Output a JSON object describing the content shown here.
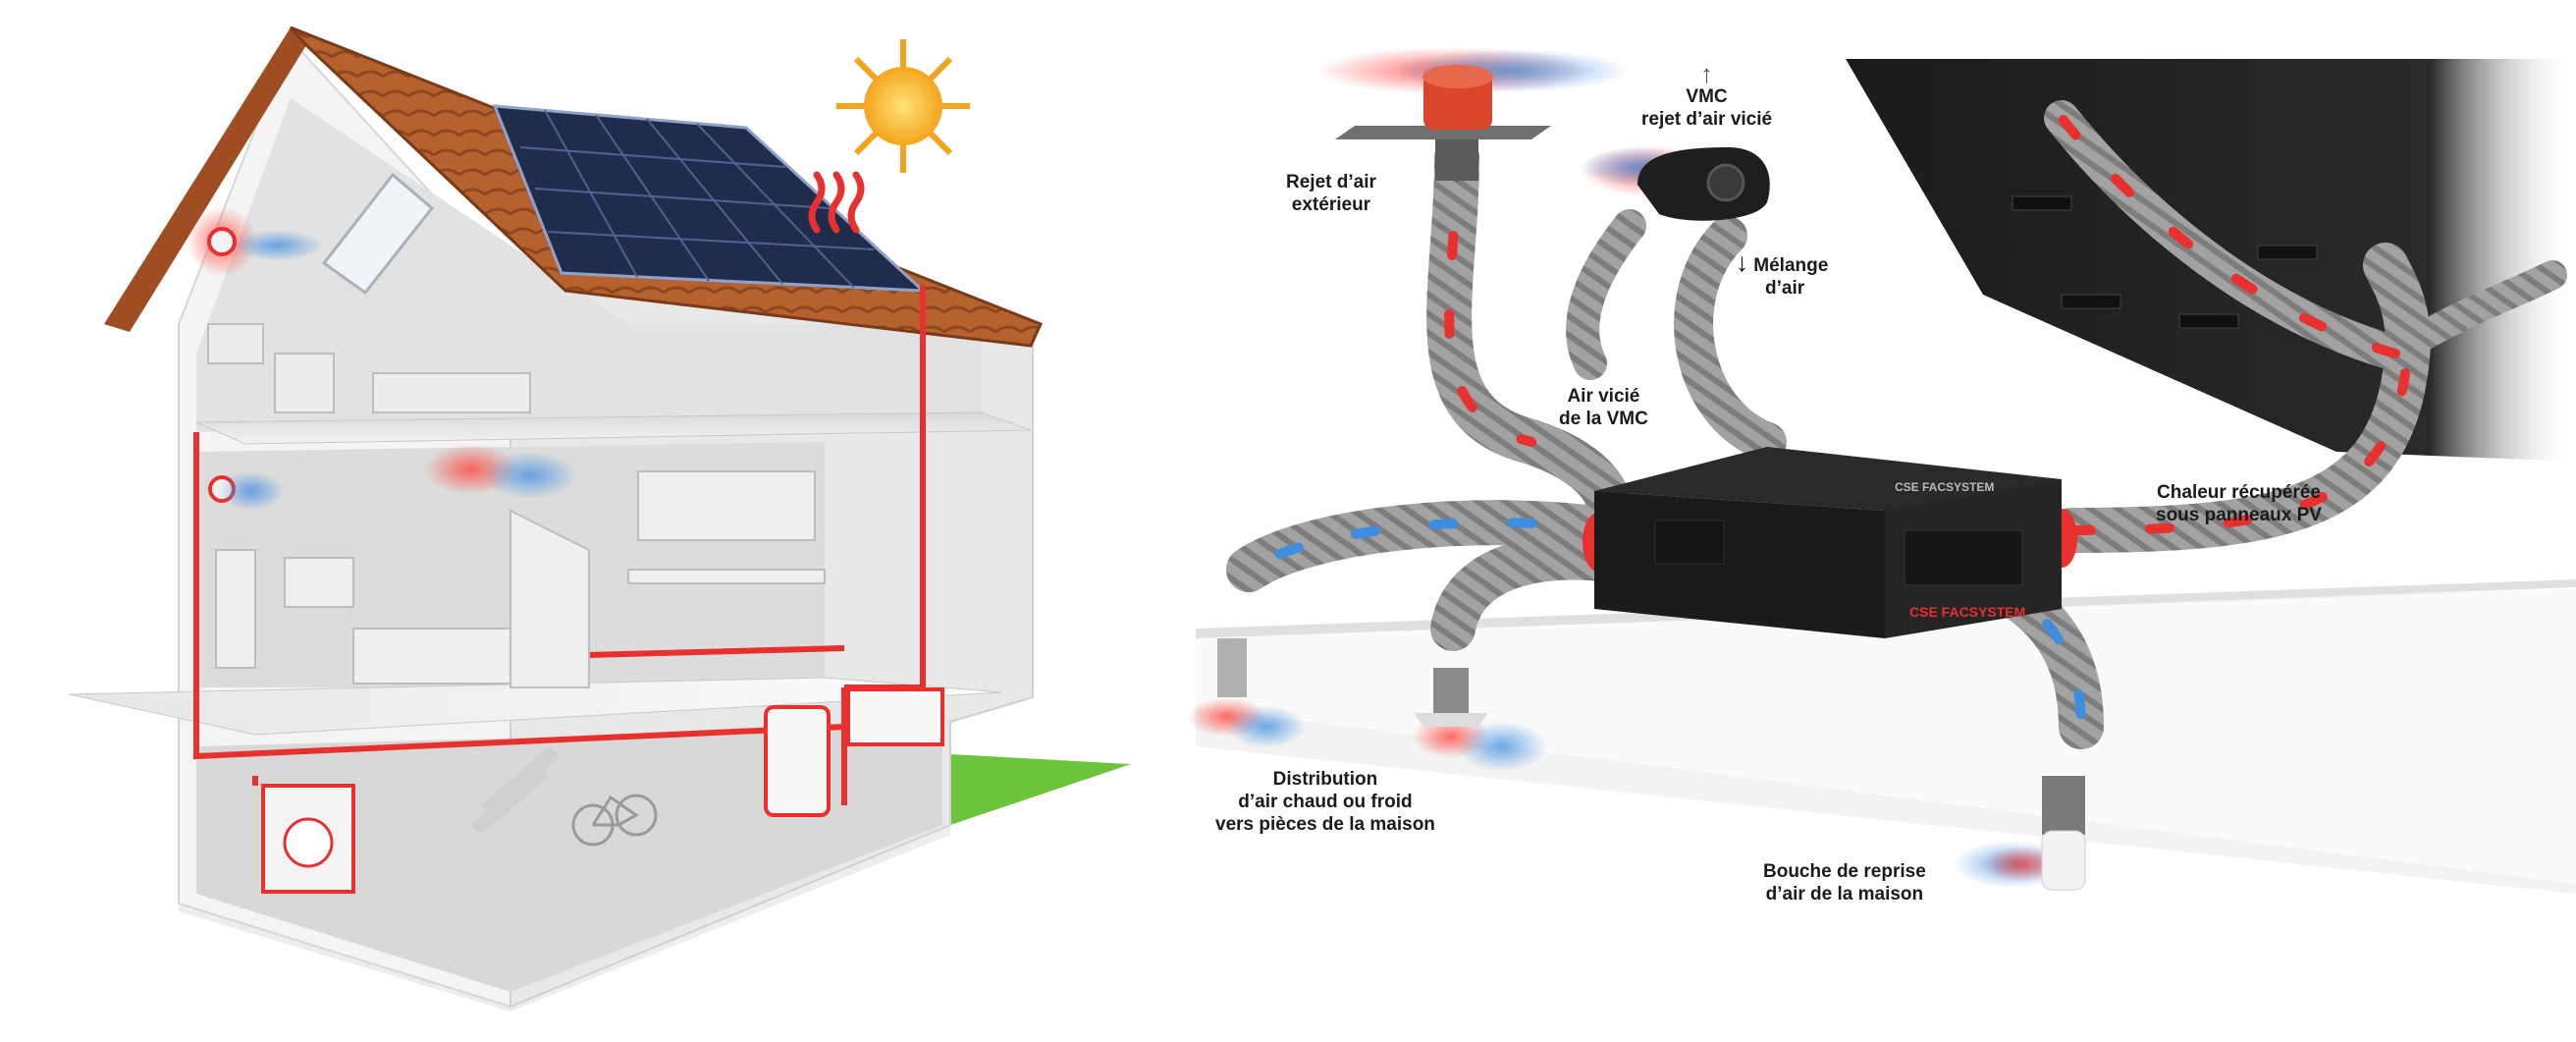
{
  "colors": {
    "warm_air": "#e8312f",
    "cool_air": "#3d8de0",
    "roof_tiles": "#b5622e",
    "solar_panel": "#1f2c4d",
    "sun": "#f7b731",
    "lawn": "#6cc43d",
    "unit_body": "#1e1e1e",
    "duct_grey": "#9a9a9a"
  },
  "labels": {
    "rejet_exterieur": {
      "line1": "Rejet d’air",
      "line2": "extérieur"
    },
    "vmc": {
      "line1": "VMC",
      "line2": "rejet d’air vicié"
    },
    "melange": {
      "line1": "Mélange",
      "line2": "d’air"
    },
    "air_vicie": {
      "line1": "Air vicié",
      "line2": "de la VMC"
    },
    "chaleur": {
      "line1": "Chaleur récupérée",
      "line2": "sous panneaux PV"
    },
    "distribution": {
      "line1": "Distribution",
      "line2": "d’air chaud ou froid",
      "line3": "vers pièces de la maison"
    },
    "bouche": {
      "line1": "Bouche de reprise",
      "line2": "d’air de la maison"
    }
  },
  "brand": {
    "unit_logo": "CSE FACSYSTEM"
  }
}
